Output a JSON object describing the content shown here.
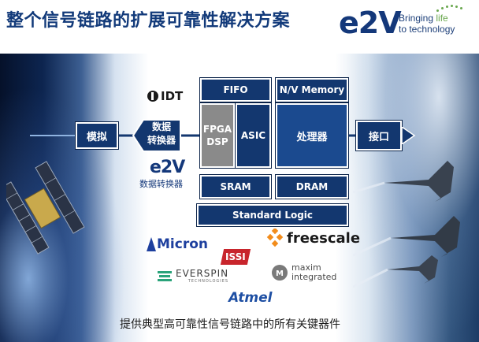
{
  "title": "整个信号链路的扩展可靠性解决方案",
  "brand": {
    "mark": "e2V",
    "tagline_line1_a": "Bringing ",
    "tagline_line1_b": "life",
    "tagline_line2": "to technology"
  },
  "diagram": {
    "analog": "模拟",
    "converter_line1": "数据",
    "converter_line2": "转换器",
    "fpga_line1": "FPGA",
    "fpga_line2": "DSP",
    "fifo": "FIFO",
    "asic": "ASIC",
    "sram": "SRAM",
    "nv_memory": "N/V Memory",
    "processor": "处理器",
    "dram": "DRAM",
    "interface": "接口",
    "standard_logic": "Standard Logic"
  },
  "vendors": {
    "idt": "IDT",
    "e2v_small": "e2V",
    "e2v_caption": "数据转换器",
    "micron": "Micron",
    "issi": "ISSI",
    "freescale": "freescale",
    "everspin": "EVERSPIN",
    "everspin_sub": "TECHNOLOGIES",
    "maxim_line1": "maxim",
    "maxim_line2": "integrated",
    "atmel": "Atmel"
  },
  "caption": "提供典型高可靠性信号链路中的所有关键器件",
  "colors": {
    "block_fill": "#13376f",
    "fpga_fill": "#8a8a8a",
    "title": "#123a7a",
    "brand_green": "#6aa84f"
  }
}
